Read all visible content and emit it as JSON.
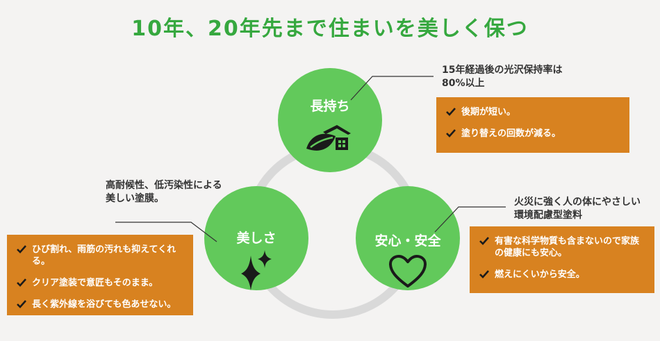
{
  "title": "10年、20年先まで住まいを美しく保つ",
  "colors": {
    "title": "#36a83f",
    "circle": "#62c95b",
    "box": "#d88220",
    "ring": "#d9d9d9"
  },
  "circles": {
    "top": {
      "label": "長持ち",
      "icon": "house-leaf-icon"
    },
    "left": {
      "label": "美しさ",
      "icon": "sparkle-icon"
    },
    "right": {
      "label": "安心・安全",
      "icon": "heart-icon"
    }
  },
  "top_right": {
    "note": "15年経過後の光沢保持率は\n80%以上",
    "items": [
      "後期が短い。",
      "塗り替えの回数が減る。"
    ]
  },
  "left_panel": {
    "note": "高耐候性、低汚染性による\n美しい塗膜。",
    "items": [
      "ひび割れ、雨筋の汚れも抑えてくれる。",
      "クリア塗装で意匠もそのまま。",
      "長く紫外線を浴びても色あせない。"
    ]
  },
  "right_panel": {
    "note": "火災に強く人の体にやさしい\n環境配慮型塗料",
    "items": [
      "有害な科学物質も含まないので家族の健康にも安心。",
      "燃えにくいから安全。"
    ]
  }
}
